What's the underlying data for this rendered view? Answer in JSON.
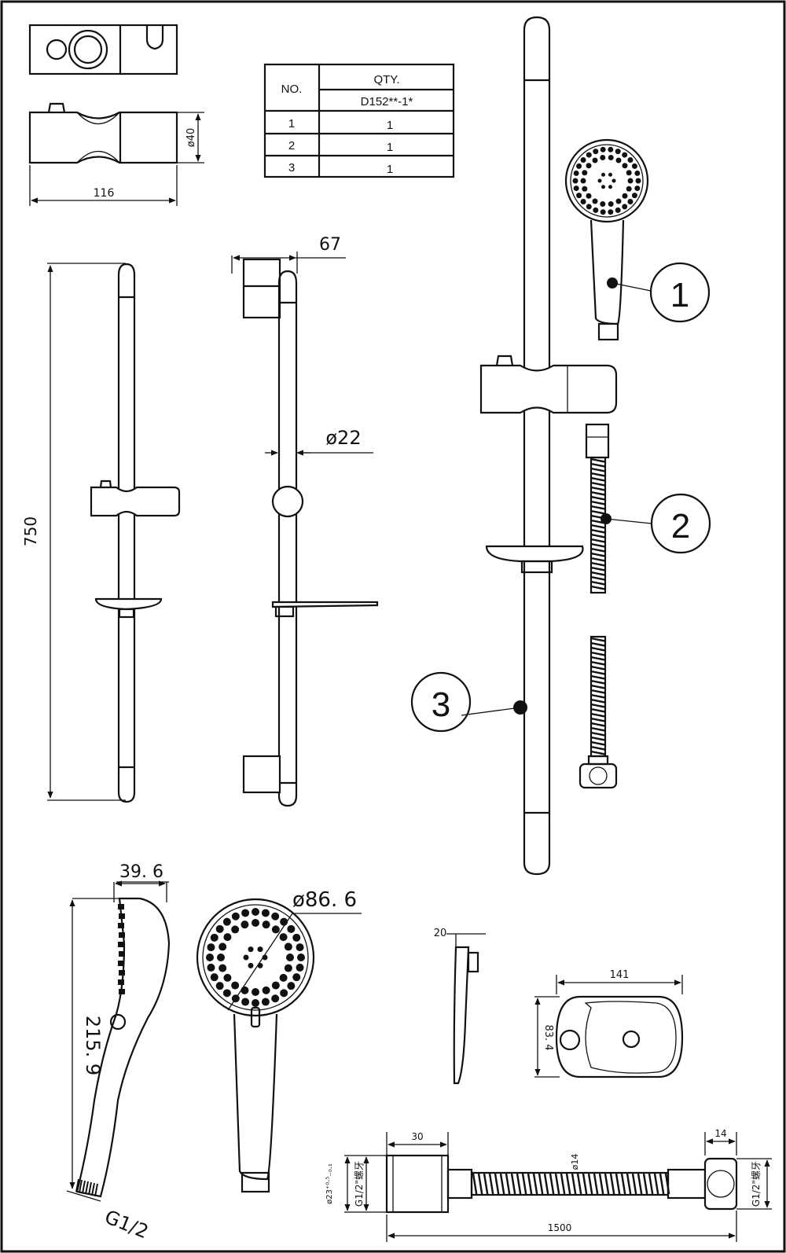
{
  "parts_table": {
    "header_no": "NO.",
    "header_qty": "QTY.",
    "model": "D152**-1*",
    "rows": [
      {
        "no": "1",
        "qty": "1"
      },
      {
        "no": "2",
        "qty": "1"
      },
      {
        "no": "3",
        "qty": "1"
      }
    ]
  },
  "callouts": [
    "1",
    "2",
    "3"
  ],
  "dimensions": {
    "bracket_width": "116",
    "bracket_dia": "ø40",
    "rail_length": "750",
    "rail_offset": "67",
    "rail_dia": "ø22",
    "handset_depth": "39. 6",
    "handset_length": "215. 9",
    "handset_thread": "G1/2",
    "head_dia": "ø86. 6",
    "dish_thickness": "20",
    "dish_width": "141",
    "dish_depth": "83. 4",
    "hose_length": "1500",
    "hose_nut_width": "30",
    "hose_cone_width": "14",
    "hose_dia": "ø14",
    "hose_thread_left": "G1/2\"螺牙",
    "hose_thread_right": "G1/2\"螺牙",
    "hose_nut_dia": "ø23⁺⁰·⁵₋₀.₁"
  }
}
